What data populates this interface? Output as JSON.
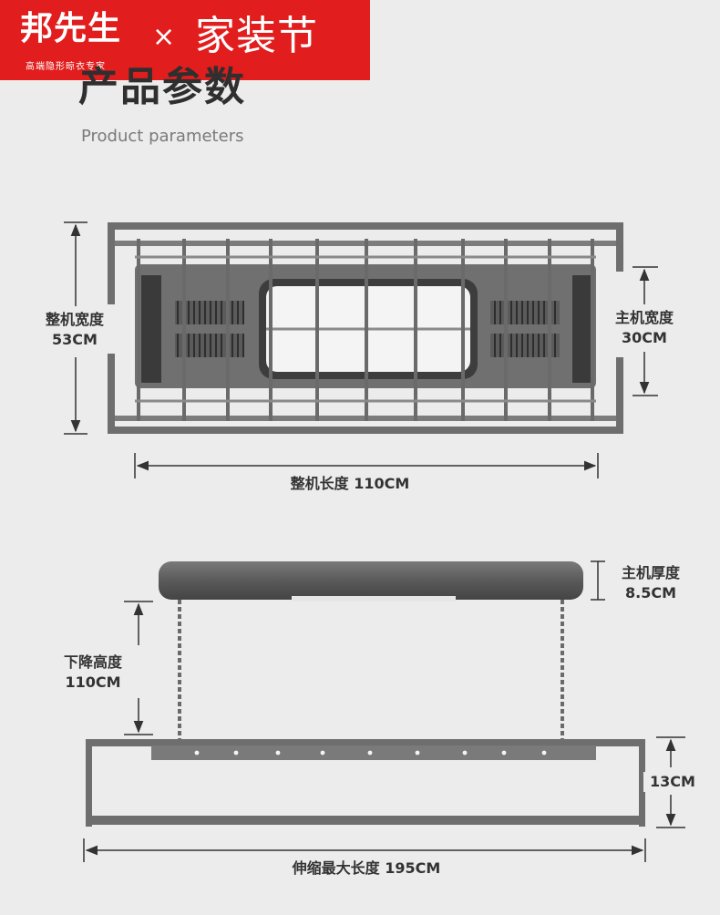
{
  "banner": {
    "brand": "邦先生",
    "brand_tagline": "高端隐形晾衣专家",
    "times": "×",
    "festival": "家装节"
  },
  "header": {
    "title": "产品参数",
    "subtitle": "Product parameters"
  },
  "top_view": {
    "width_label": "整机宽度",
    "width_value": "53CM",
    "host_width_label": "主机宽度",
    "host_width_value": "30CM",
    "length_label": "整机长度 110CM"
  },
  "side_view": {
    "thickness_label": "主机厚度",
    "thickness_value": "8.5CM",
    "drop_label": "下降高度",
    "drop_value": "110CM",
    "rack_height_value": "13CM",
    "max_length_label": "伸缩最大长度 195CM"
  },
  "colors": {
    "banner_red": "#e21d1d",
    "frame_dark": "#6e6e6e",
    "dimension_line": "#333333",
    "light_panel": "#f4f4f4"
  }
}
